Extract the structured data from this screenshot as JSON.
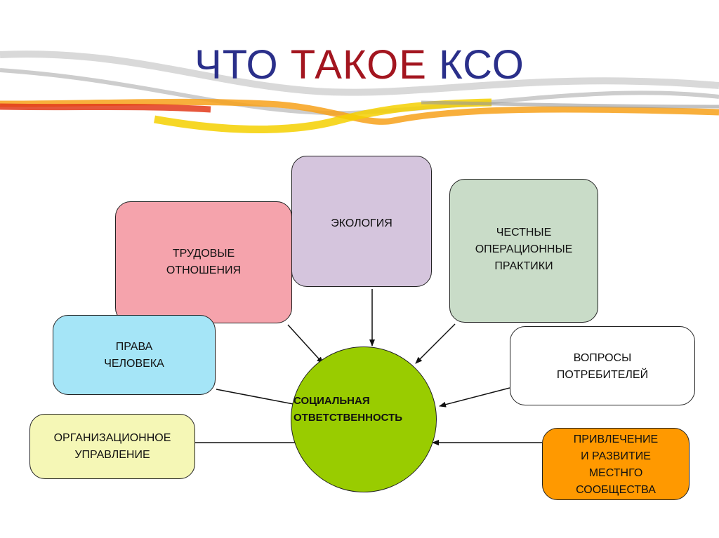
{
  "title": {
    "part1": "ЧТО ",
    "part2": "ТАКОЕ ",
    "part3": "КСО"
  },
  "colors": {
    "title_blue": "#2a2f8a",
    "title_red": "#a3151f",
    "center_fill": "#99cc00",
    "labor": "#f5a3ac",
    "ecology": "#d5c5dd",
    "practices": "#c9dcc8",
    "rights": "#a5e5f7",
    "consumers": "#ffffff",
    "governance": "#f5f7b6",
    "community": "#ff9900"
  },
  "diagram": {
    "center": "СОЦИАЛЬНАЯ\nОТВЕТСТВЕННОСТЬ",
    "nodes": {
      "labor": "ТРУДОВЫЕ\nОТНОШЕНИЯ",
      "ecology": "ЭКОЛОГИЯ",
      "practices": "ЧЕСТНЫЕ\nОПЕРАЦИОННЫЕ\nПРАКТИКИ",
      "rights": "ПРАВА\nЧЕЛОВЕКА",
      "consumers": "ВОПРОСЫ\nПОТРЕБИТЕЛЕЙ",
      "governance": "ОРГАНИЗАЦИОННОЕ\nУПРАВЛЕНИЕ",
      "community": "ПРИВЛЕЧЕНИЕ\nИ РАЗВИТИЕ\nМЕСТНГО\nСООБЩЕСТВА"
    }
  }
}
